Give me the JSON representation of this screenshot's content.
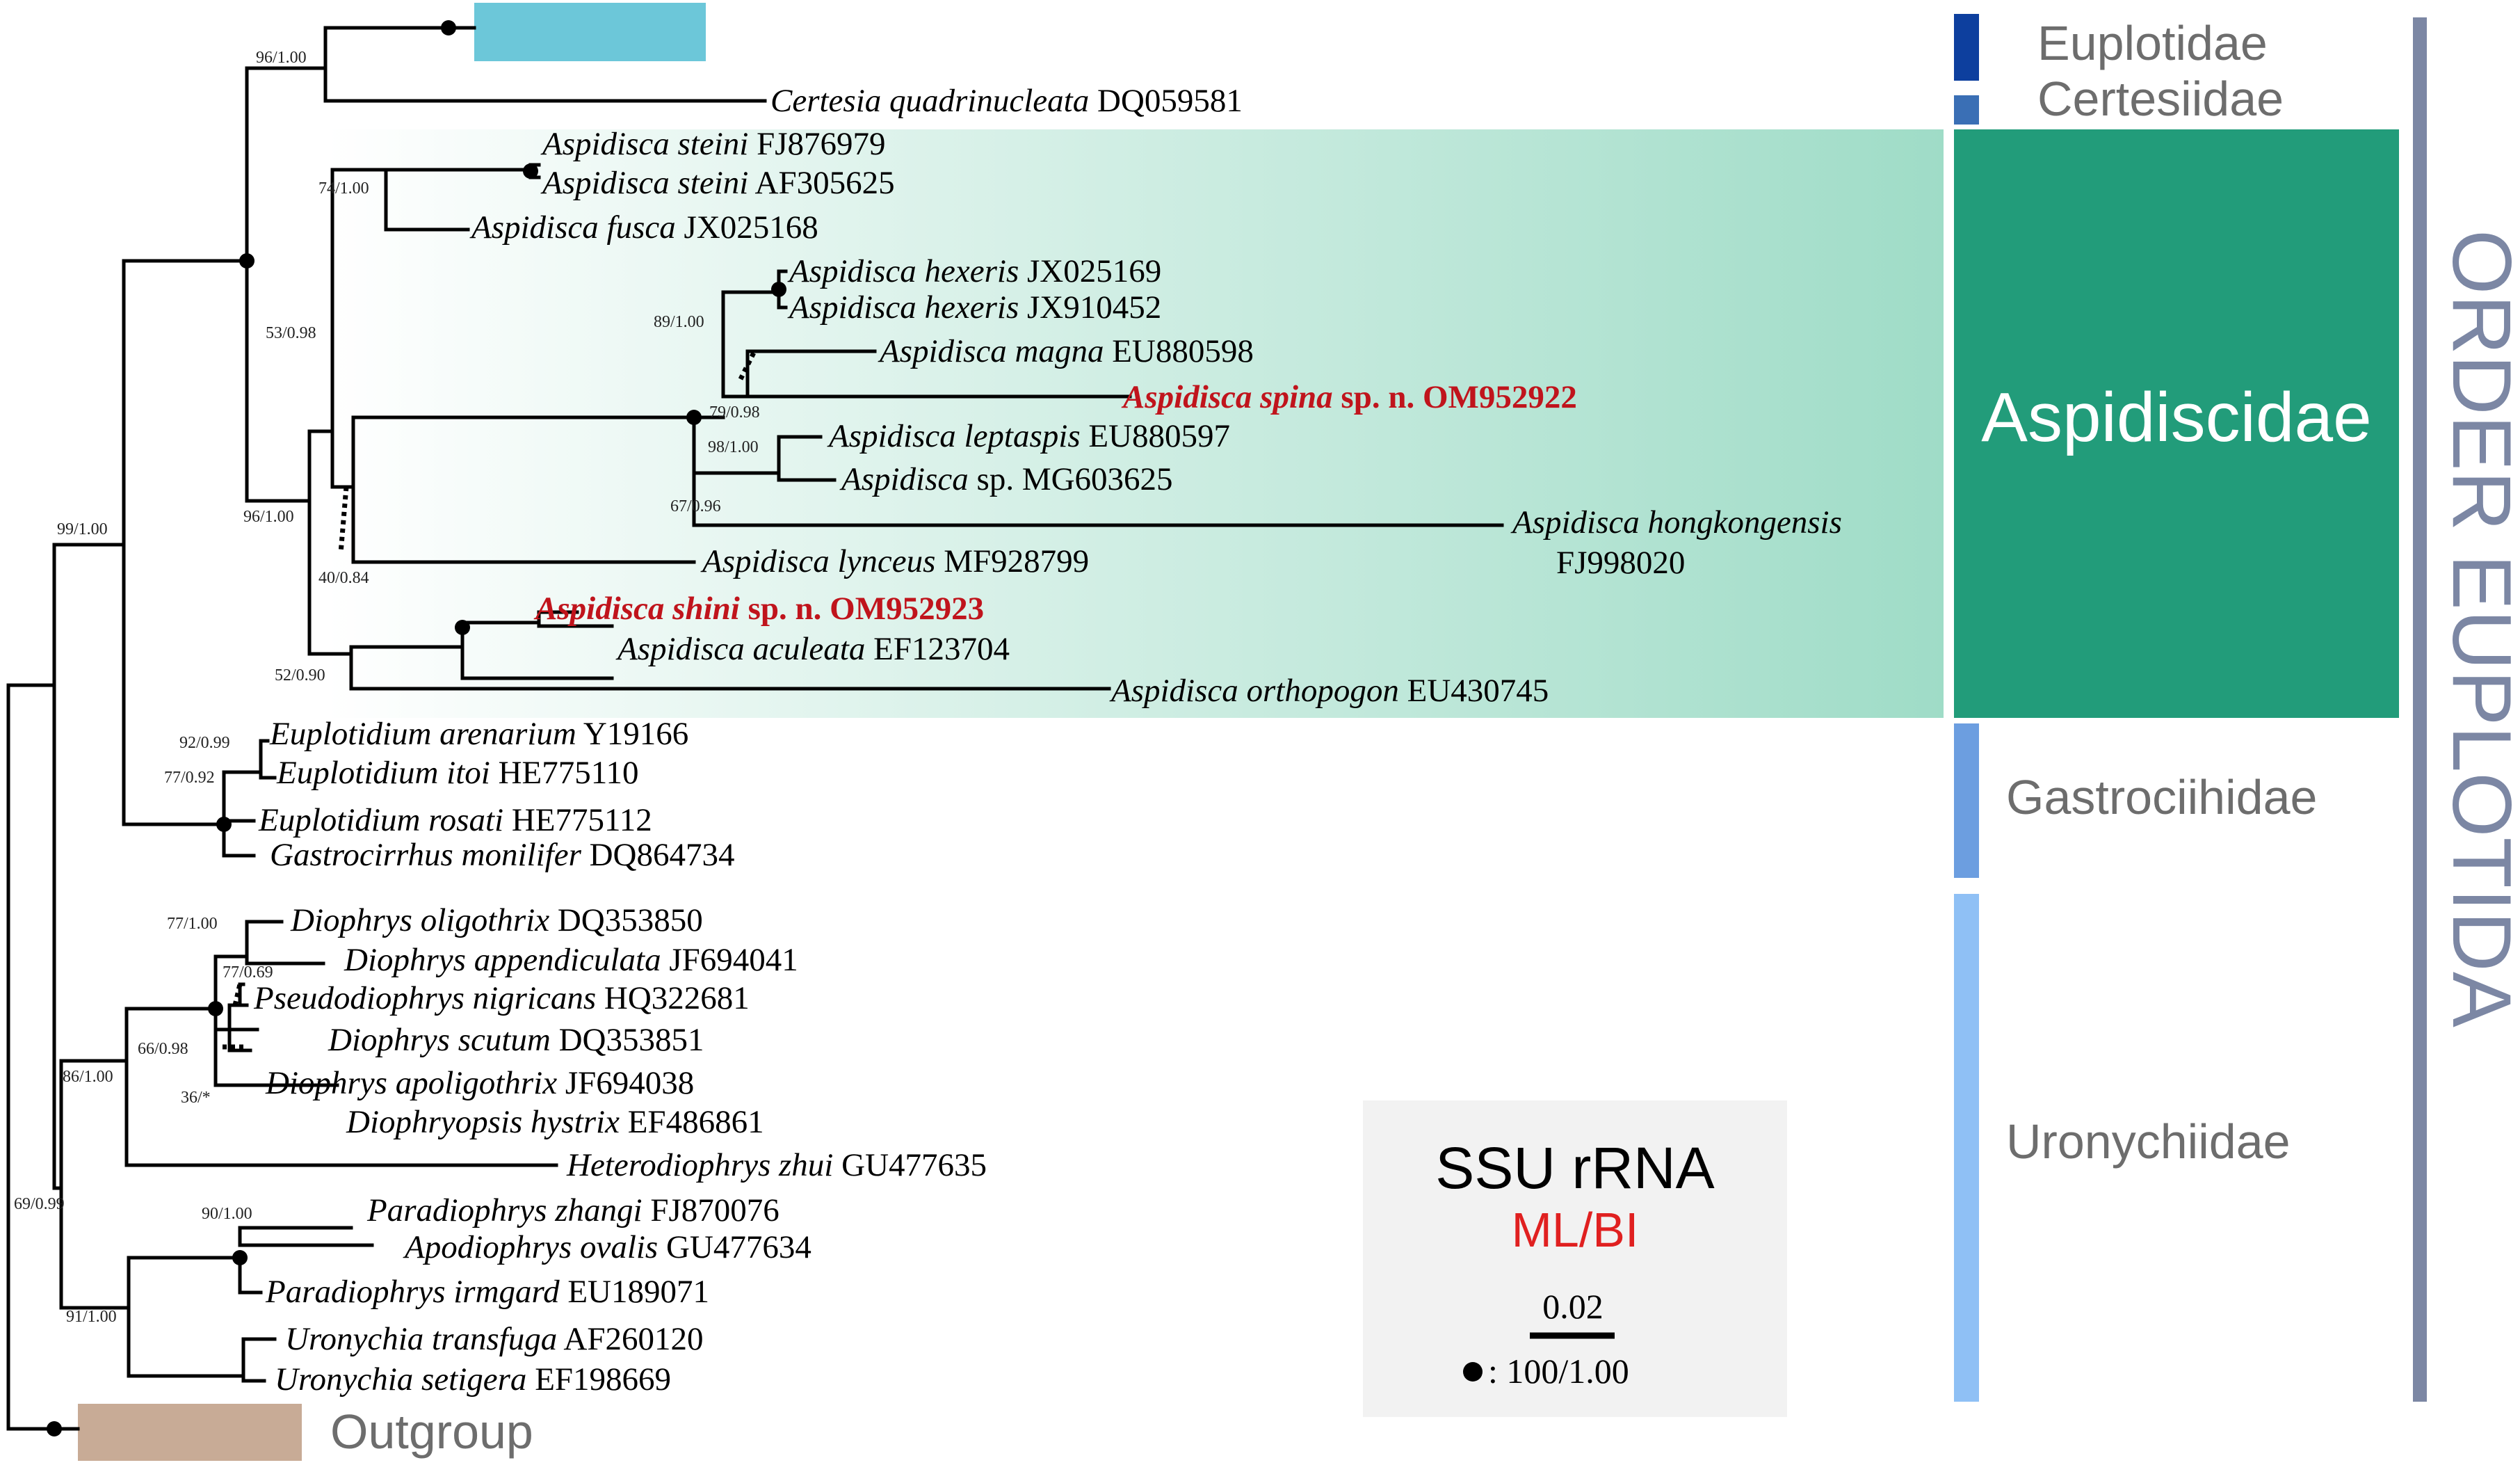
{
  "taxa": [
    {
      "id": "certesia",
      "genus": "Certesia quadrinucleata",
      "acc": "DQ059581"
    },
    {
      "id": "as-steini-1",
      "genus": "Aspidisca steini",
      "acc": "FJ876979"
    },
    {
      "id": "as-steini-2",
      "genus": "Aspidisca steini",
      "acc": "AF305625"
    },
    {
      "id": "as-fusca",
      "genus": "Aspidisca fusca",
      "acc": "JX025168"
    },
    {
      "id": "as-hexeris-1",
      "genus": "Aspidisca hexeris",
      "acc": "JX025169"
    },
    {
      "id": "as-hexeris-2",
      "genus": "Aspidisca hexeris",
      "acc": "JX910452"
    },
    {
      "id": "as-magna",
      "genus": "Aspidisca magna",
      "acc": "EU880598"
    },
    {
      "id": "as-spina",
      "genus": "Aspidisca spina",
      "mid": "sp. n.",
      "acc": "OM952922"
    },
    {
      "id": "as-leptaspis",
      "genus": "Aspidisca leptaspis",
      "acc": "EU880597"
    },
    {
      "id": "as-sp",
      "genus": "Aspidisca",
      "mid": "sp.",
      "acc": "MG603625"
    },
    {
      "id": "as-hongkong",
      "genus": "Aspidisca hongkongensis",
      "acc": "FJ998020"
    },
    {
      "id": "as-lynceus",
      "genus": "Aspidisca lynceus",
      "acc": "MF928799"
    },
    {
      "id": "as-shini",
      "genus": "Aspidisca shini",
      "mid": "sp. n.",
      "acc": "OM952923"
    },
    {
      "id": "as-aculeata",
      "genus": "Aspidisca aculeata",
      "acc": "EF123704"
    },
    {
      "id": "as-orthopogon",
      "genus": "Aspidisca orthopogon",
      "acc": "EU430745"
    },
    {
      "id": "eu-arenarium",
      "genus": "Euplotidium arenarium",
      "acc": "Y19166"
    },
    {
      "id": "eu-itoi",
      "genus": "Euplotidium itoi",
      "acc": "HE775110"
    },
    {
      "id": "eu-rosati",
      "genus": "Euplotidium rosati",
      "acc": "HE775112"
    },
    {
      "id": "ga-monilifer",
      "genus": "Gastrocirrhus monilifer",
      "acc": "DQ864734"
    },
    {
      "id": "di-oligothrix",
      "genus": "Diophrys oligothrix",
      "acc": "DQ353850"
    },
    {
      "id": "di-appendiculata",
      "genus": "Diophrys appendiculata",
      "acc": "JF694041"
    },
    {
      "id": "ps-nigricans",
      "genus": "Pseudodiophrys nigricans",
      "acc": "HQ322681"
    },
    {
      "id": "di-scutum",
      "genus": "Diophrys scutum",
      "acc": "DQ353851"
    },
    {
      "id": "di-apoligothrix",
      "genus": "Diophrys apoligothrix",
      "acc": "JF694038"
    },
    {
      "id": "dp-hystrix",
      "genus": "Diophryopsis hystrix",
      "acc": "EF486861"
    },
    {
      "id": "he-zhui",
      "genus": "Heterodiophrys zhui",
      "acc": "GU477635"
    },
    {
      "id": "pa-zhangi",
      "genus": "Paradiophrys zhangi",
      "acc": "FJ870076"
    },
    {
      "id": "ap-ovalis",
      "genus": "Apodiophrys ovalis",
      "acc": "GU477634"
    },
    {
      "id": "pa-irmgard",
      "genus": "Paradiophrys irmgard",
      "acc": "EU189071"
    },
    {
      "id": "ur-transfuga",
      "genus": "Uronychia transfuga",
      "acc": "AF260120"
    },
    {
      "id": "ur-setigera",
      "genus": "Uronychia setigera",
      "acc": "EF198669"
    }
  ],
  "support": [
    "96/1.00",
    "74/1.00",
    "53/0.98",
    "89/1.00",
    "79/0.98",
    "98/1.00",
    "67/0.96",
    "96/1.00",
    "40/0.84",
    "52/0.90",
    "99/1.00",
    "92/0.99",
    "77/0.92",
    "77/1.00",
    "77/0.69",
    "66/0.98",
    "36/*",
    "86/1.00",
    "69/0.99",
    "90/1.00",
    "91/1.00"
  ],
  "outgroup": "Outgroup",
  "families": {
    "euplotidae": "Euplotidae",
    "certesiidae": "Certesiidae",
    "aspidiscidae": "Aspidiscidae",
    "gastrociihidae": "Gastrociihidae",
    "uronychiidae": "Uronychiidae"
  },
  "order": "ORDER EUPLOTIDA",
  "legend": {
    "title": "SSU rRNA",
    "method": "ML/BI",
    "scale": "0.02",
    "node": ": 100/1.00"
  },
  "colors": {
    "euplotidae": "#0d3f9e",
    "certesiidae": "#3a6fb5",
    "aspidiscidae": "#229c7a",
    "gastrociihidae": "#6c9ee0",
    "uronychiidae": "#8fc0f5",
    "order_bar": "#7c87a4",
    "collapsed_clade": "#6cc7d9",
    "outgroup_box": "#c8ab96",
    "new_species": "#c0141c"
  }
}
